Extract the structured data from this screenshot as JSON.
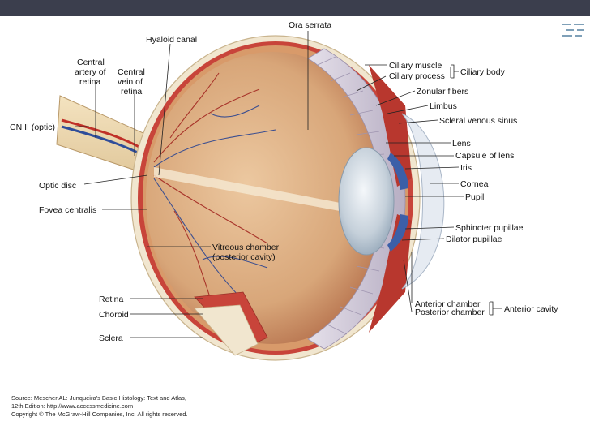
{
  "labels": {
    "ora_serrata": "Ora serrata",
    "hyaloid_canal": "Hyaloid canal",
    "central_artery": [
      "Central",
      "artery of",
      "retina"
    ],
    "central_vein": [
      "Central",
      "vein of",
      "retina"
    ],
    "cn_ii": "CN II (optic)",
    "optic_disc": "Optic disc",
    "fovea_centralis": "Fovea centralis",
    "vitreous_chamber": [
      "Vitreous chamber",
      "(posterior cavity)"
    ],
    "retina": "Retina",
    "choroid": "Choroid",
    "sclera": "Sclera",
    "ciliary_muscle": "Ciliary muscle",
    "ciliary_process": "Ciliary process",
    "ciliary_body": "Ciliary body",
    "zonular_fibers": "Zonular fibers",
    "limbus": "Limbus",
    "scleral_venous_sinus": "Scleral venous sinus",
    "lens": "Lens",
    "capsule_of_lens": "Capsule of lens",
    "iris": "Iris",
    "cornea": "Cornea",
    "pupil": "Pupil",
    "sphincter_pupillae": "Sphincter pupillae",
    "dilator_pupillae": "Dilator pupillae",
    "anterior_chamber": "Anterior chamber",
    "posterior_chamber": "Posterior chamber",
    "anterior_cavity": "Anterior cavity"
  },
  "source": {
    "line1": "Source: Mescher AL: Junqueira's Basic Histology: Text and Atlas,",
    "line2": "12th Edition: http://www.accessmedicine.com",
    "line3": "Copyright © The McGraw-Hill Companies, Inc. All rights reserved."
  },
  "colors": {
    "topbar": "#3b3e4d",
    "sclera": "#f1e6cf",
    "choroid": "#c8443a",
    "retina": "#d89a6a",
    "vitreous": "#dcae82",
    "lens": "#c9d3dc",
    "iris": "#3c5fa8"
  }
}
